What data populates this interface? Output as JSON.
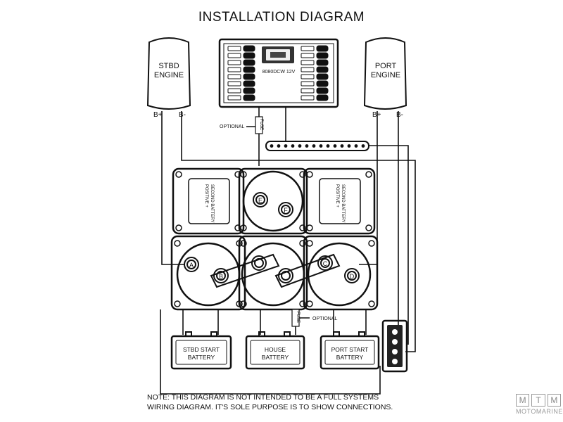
{
  "title": "INSTALLATION DIAGRAM",
  "engines": {
    "stbd": {
      "line1": "STBD",
      "line2": "ENGINE",
      "pos": "B+",
      "neg": "B-"
    },
    "port": {
      "line1": "PORT",
      "line2": "ENGINE",
      "pos": "B+",
      "neg": "B-"
    }
  },
  "panel": {
    "label": "8080DCW 12V"
  },
  "optional_label": "OPTIONAL",
  "fuse_label": "FUSE",
  "switch_side_text": {
    "line1": "SECOND BATTERY",
    "line2": "POSITIVE +"
  },
  "terminals": [
    "E",
    "F",
    "A",
    "B",
    "C",
    "D"
  ],
  "batteries": {
    "stbd": {
      "line1": "STBD START",
      "line2": "BATTERY"
    },
    "house": {
      "line1": "HOUSE",
      "line2": "BATTERY"
    },
    "port": {
      "line1": "PORT START",
      "line2": "BATTERY"
    }
  },
  "note": {
    "line1": "NOTE: THIS DIAGRAM IS NOT INTENDED TO BE A FULL SYSTEMS",
    "line2": "WIRING DIAGRAM. IT'S SOLE PURPOSE IS TO SHOW CONNECTIONS."
  },
  "watermark": {
    "letters": [
      "M",
      "T",
      "M"
    ],
    "brand": "MOTOMARINE"
  },
  "colors": {
    "line": "#111111",
    "watermark": "#9a9a9a"
  }
}
